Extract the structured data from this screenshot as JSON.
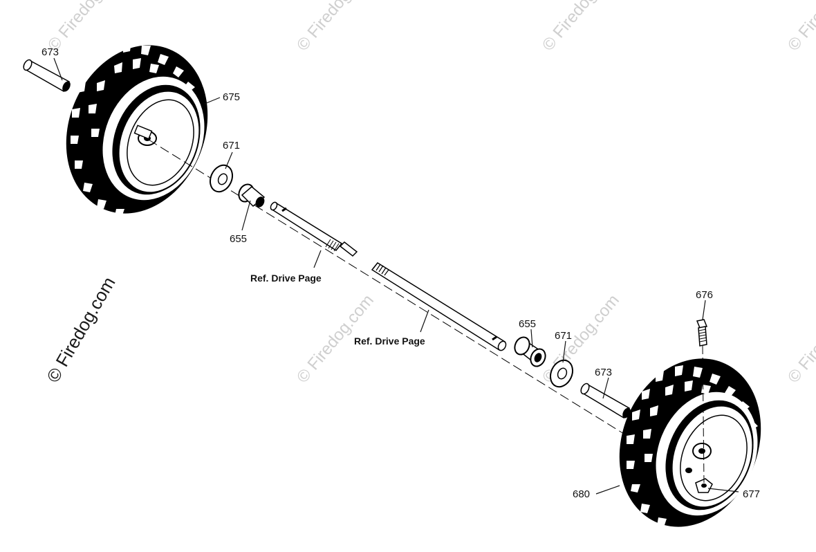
{
  "watermark": {
    "text": "© Firedog.com"
  },
  "labels": {
    "p673_a": "673",
    "p675": "675",
    "p671_a": "671",
    "p655_a": "655",
    "ref_a": "Ref. Drive Page",
    "ref_b": "Ref. Drive Page",
    "p655_b": "655",
    "p671_b": "671",
    "p673_b": "673",
    "p676": "676",
    "p680": "680",
    "p677": "677"
  },
  "colors": {
    "ink": "#111111",
    "watermark": "#cfcfcf",
    "paper": "#ffffff"
  }
}
